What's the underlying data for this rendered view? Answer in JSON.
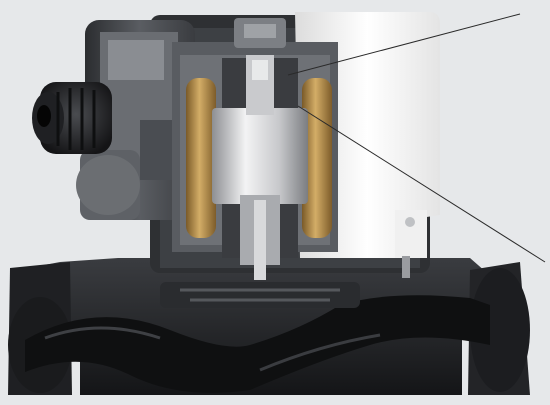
{
  "image": {
    "subject": "cutaway-circulator-pump",
    "colors": {
      "background": "#e6e8ea",
      "housing_dark": "#1c1d1f",
      "housing_mid": "#2e3033",
      "motor_cover_white": "#f4f4f4",
      "terminal_box_grey": "#55585c",
      "copper_winding": "#b08a4a",
      "rotor_silver": "#d9dadc",
      "leader_line": "#2a2a2a"
    },
    "callouts": [
      {
        "id": "upper-bearing-callout",
        "label": ""
      },
      {
        "id": "rotor-callout",
        "label": ""
      }
    ]
  }
}
